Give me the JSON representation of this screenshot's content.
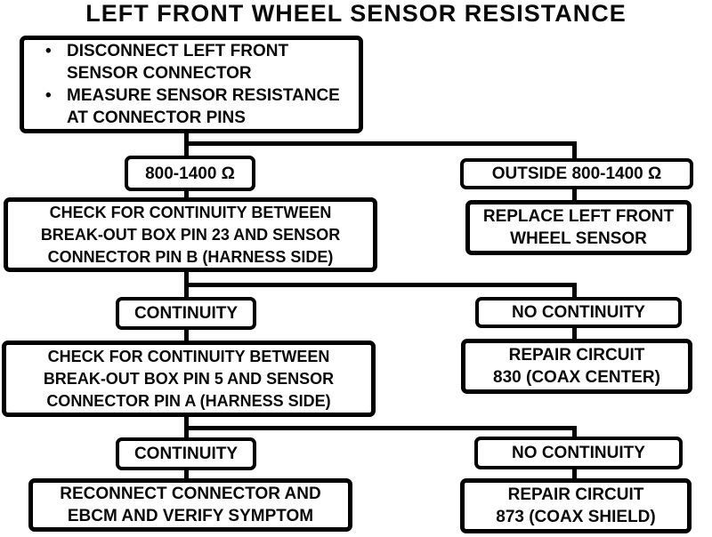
{
  "title": "LEFT FRONT WHEEL SENSOR RESISTANCE",
  "bullet_glyph": "•",
  "colors": {
    "ink": "#000000",
    "paper": "#ffffff"
  },
  "start_box": {
    "item1": [
      "DISCONNECT LEFT FRONT",
      "SENSOR CONNECTOR"
    ],
    "item2": [
      "MEASURE SENSOR RESISTANCE",
      "AT CONNECTOR PINS"
    ]
  },
  "level1": {
    "in_range": "800-1400 Ω",
    "out_of_range": "OUTSIDE 800-1400 Ω"
  },
  "level2": {
    "check_pin23": [
      "CHECK FOR CONTINUITY BETWEEN",
      "BREAK-OUT BOX PIN 23 AND SENSOR",
      "CONNECTOR PIN B (HARNESS SIDE)"
    ],
    "replace_sensor": [
      "REPLACE LEFT FRONT",
      "WHEEL SENSOR"
    ]
  },
  "level3": {
    "continuity": "CONTINUITY",
    "no_continuity": "NO CONTINUITY"
  },
  "level4": {
    "check_pin5": [
      "CHECK FOR CONTINUITY BETWEEN",
      "BREAK-OUT BOX PIN 5 AND SENSOR",
      "CONNECTOR PIN A (HARNESS SIDE)"
    ],
    "repair_830": [
      "REPAIR CIRCUIT",
      "830 (COAX CENTER)"
    ]
  },
  "level5": {
    "continuity": "CONTINUITY",
    "no_continuity": "NO CONTINUITY"
  },
  "level6": {
    "reconnect": [
      "RECONNECT CONNECTOR AND",
      "EBCM AND VERIFY SYMPTOM"
    ],
    "repair_873": [
      "REPAIR CIRCUIT",
      "873 (COAX SHIELD)"
    ]
  }
}
